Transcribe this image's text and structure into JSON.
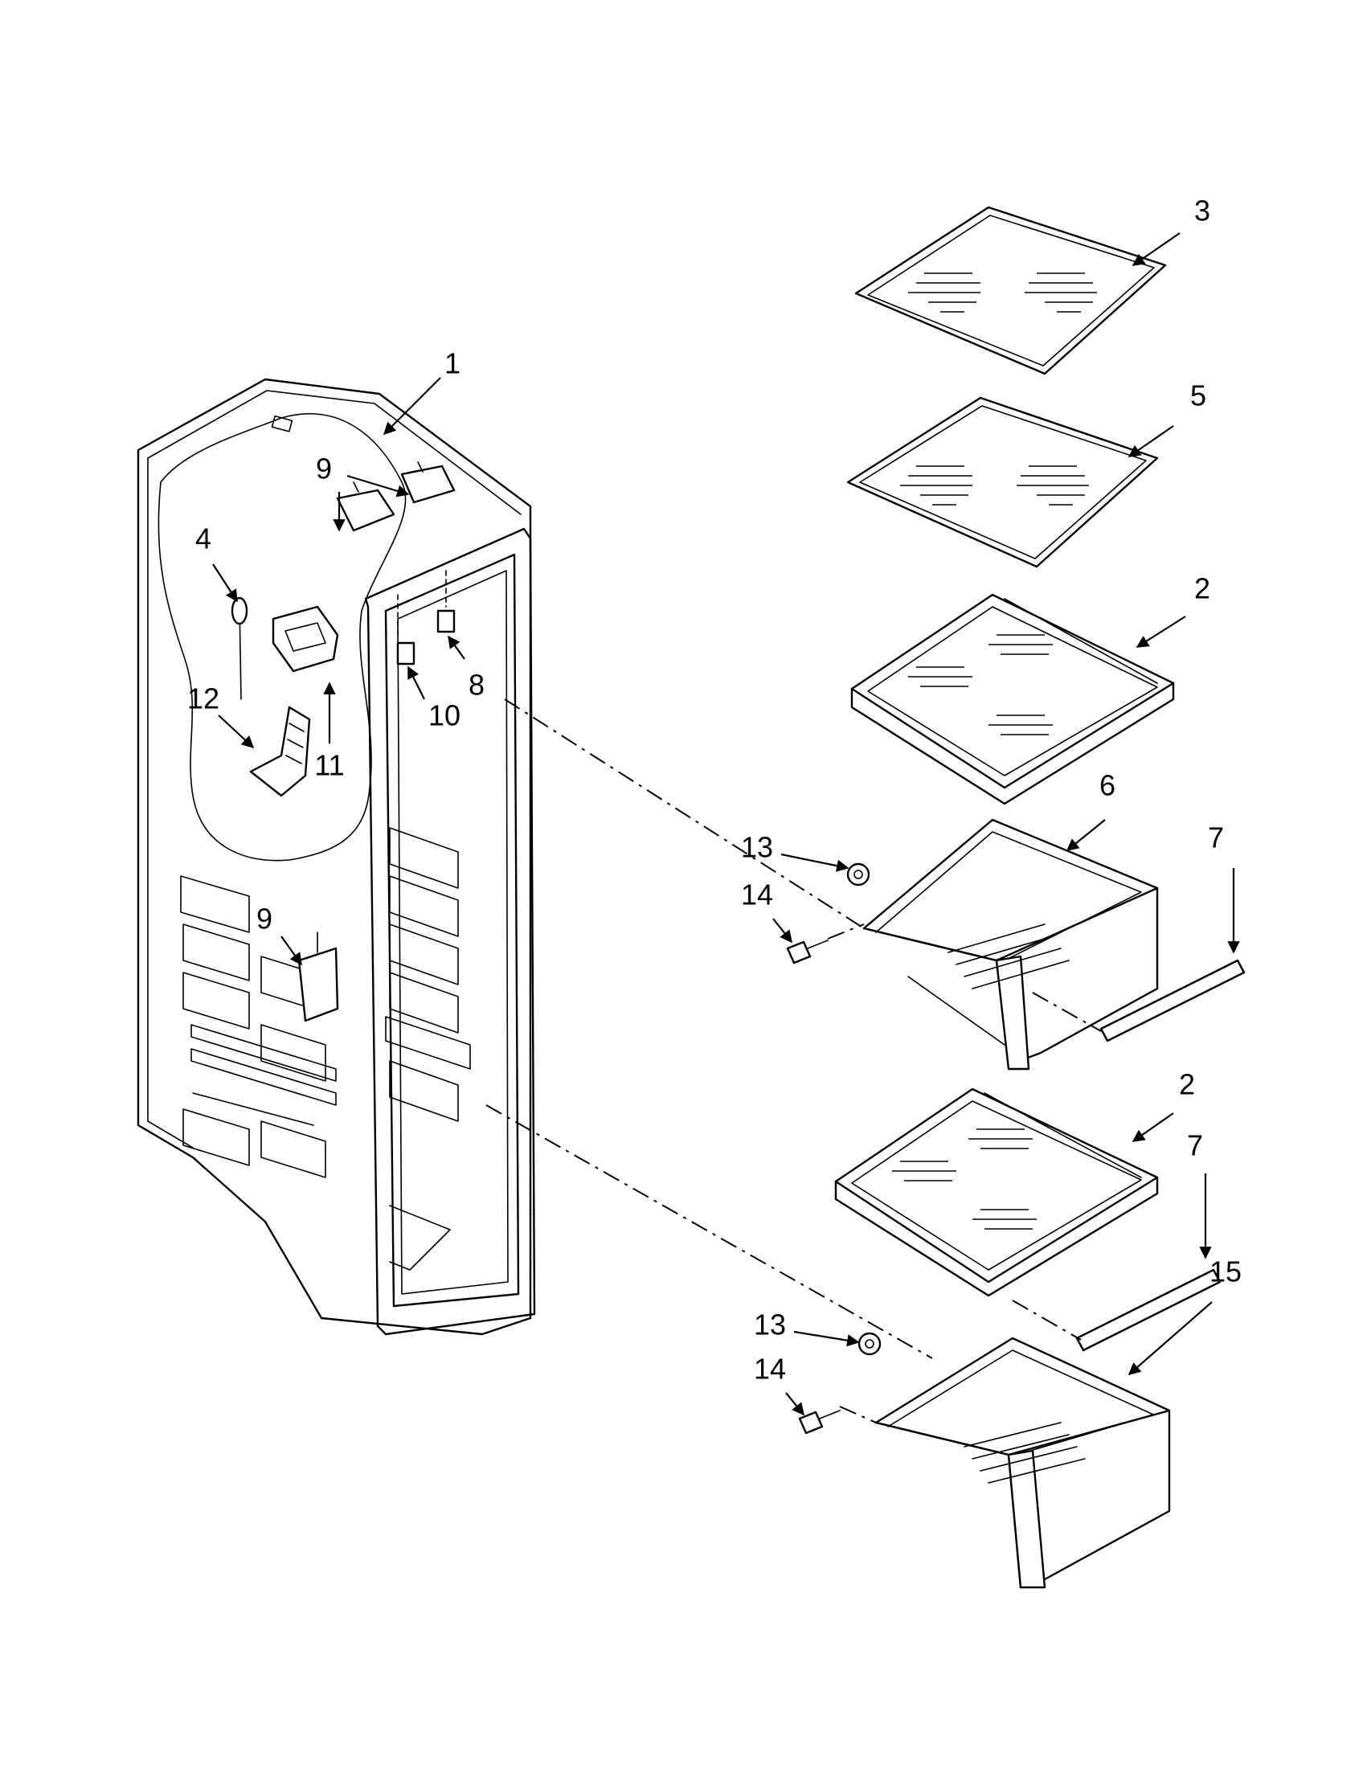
{
  "callouts": [
    {
      "id": "c1",
      "label": "1"
    },
    {
      "id": "c9a",
      "label": "9"
    },
    {
      "id": "c4",
      "label": "4"
    },
    {
      "id": "c12",
      "label": "12"
    },
    {
      "id": "c11",
      "label": "11"
    },
    {
      "id": "c8",
      "label": "8"
    },
    {
      "id": "c10",
      "label": "10"
    },
    {
      "id": "c9b",
      "label": "9"
    },
    {
      "id": "c3",
      "label": "3"
    },
    {
      "id": "c5",
      "label": "5"
    },
    {
      "id": "c2a",
      "label": "2"
    },
    {
      "id": "c6",
      "label": "6"
    },
    {
      "id": "c7a",
      "label": "7"
    },
    {
      "id": "c13a",
      "label": "13"
    },
    {
      "id": "c14a",
      "label": "14"
    },
    {
      "id": "c2b",
      "label": "2"
    },
    {
      "id": "c7b",
      "label": "7"
    },
    {
      "id": "c15",
      "label": "15"
    },
    {
      "id": "c13b",
      "label": "13"
    },
    {
      "id": "c14b",
      "label": "14"
    }
  ]
}
